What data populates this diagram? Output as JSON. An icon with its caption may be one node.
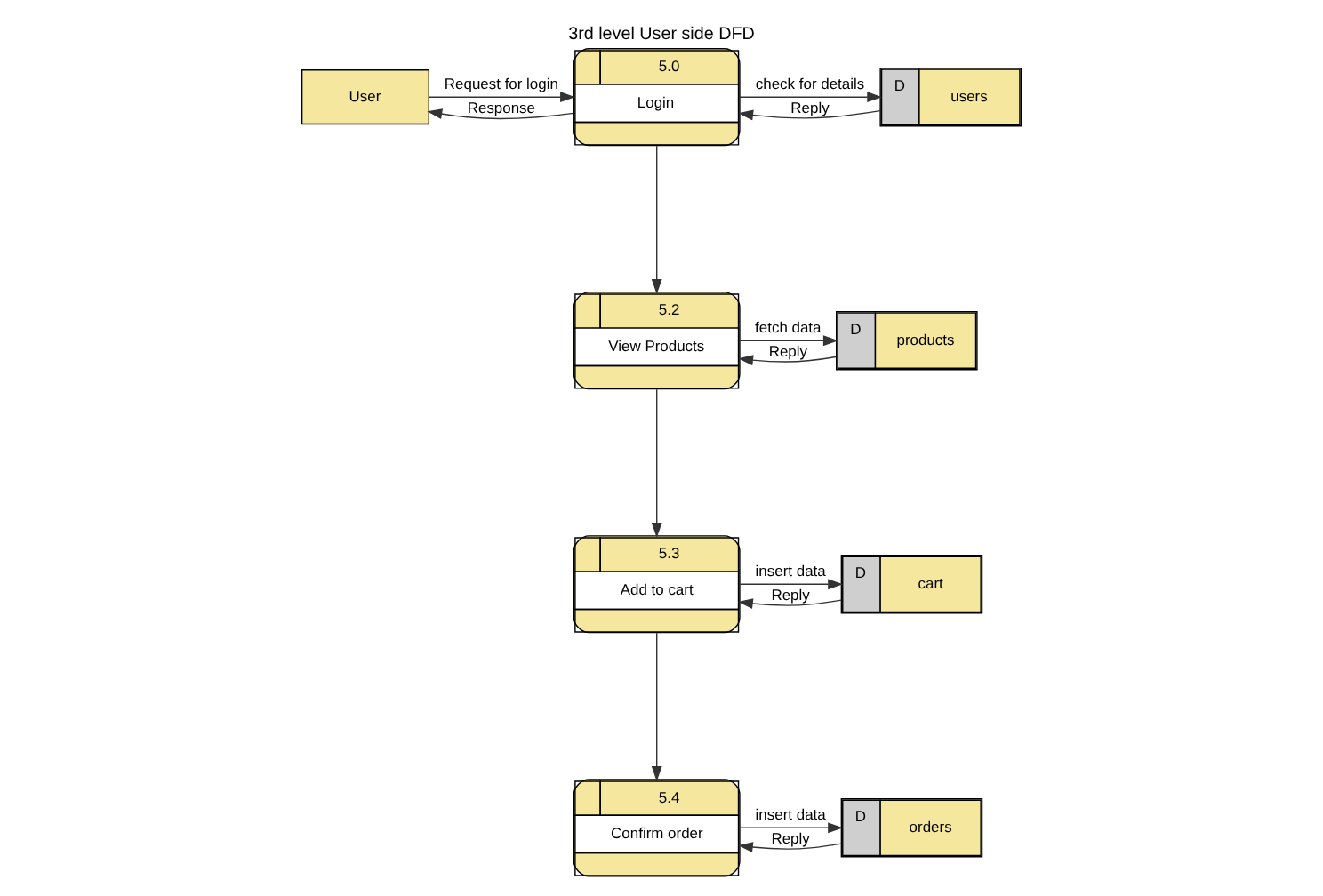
{
  "diagram": {
    "title": "3rd level User side DFD",
    "nodes": [
      {
        "text": [
          "User"
        ]
      },
      {
        "text": [
          "5.0",
          "Login"
        ]
      },
      {
        "text": [
          "5.2",
          "View Products"
        ]
      },
      {
        "text": [
          "5.3",
          "Add to cart"
        ]
      },
      {
        "text": [
          "5.4",
          "Confirm order"
        ]
      },
      {
        "text": [
          "D",
          "users"
        ]
      },
      {
        "text": [
          "D",
          "products"
        ]
      },
      {
        "text": [
          "D",
          "cart"
        ]
      },
      {
        "text": [
          "D",
          "orders"
        ]
      }
    ],
    "edges": [
      {
        "from": 0,
        "to": 1,
        "arrow": "to",
        "label": "Request for login"
      },
      {
        "from": 1,
        "to": 0,
        "arrow": "to",
        "label": "Response"
      },
      {
        "from": 1,
        "to": 5,
        "arrow": "to",
        "label": "check for details"
      },
      {
        "from": 5,
        "to": 1,
        "arrow": "to",
        "label": "Reply"
      },
      {
        "from": 1,
        "to": 2,
        "arrow": "to"
      },
      {
        "from": 2,
        "to": 6,
        "arrow": "to",
        "label": "fetch data"
      },
      {
        "from": 6,
        "to": 2,
        "arrow": "to",
        "label": "Reply"
      },
      {
        "from": 2,
        "to": 3,
        "arrow": "to"
      },
      {
        "from": 3,
        "to": 7,
        "arrow": "to",
        "label": "insert data"
      },
      {
        "from": 7,
        "to": 3,
        "arrow": "to",
        "label": "Reply"
      },
      {
        "from": 3,
        "to": 4,
        "arrow": "to"
      },
      {
        "from": 4,
        "to": 8,
        "arrow": "to",
        "label": "insert data"
      },
      {
        "from": 8,
        "to": 4,
        "arrow": "to",
        "label": "Reply"
      }
    ]
  }
}
